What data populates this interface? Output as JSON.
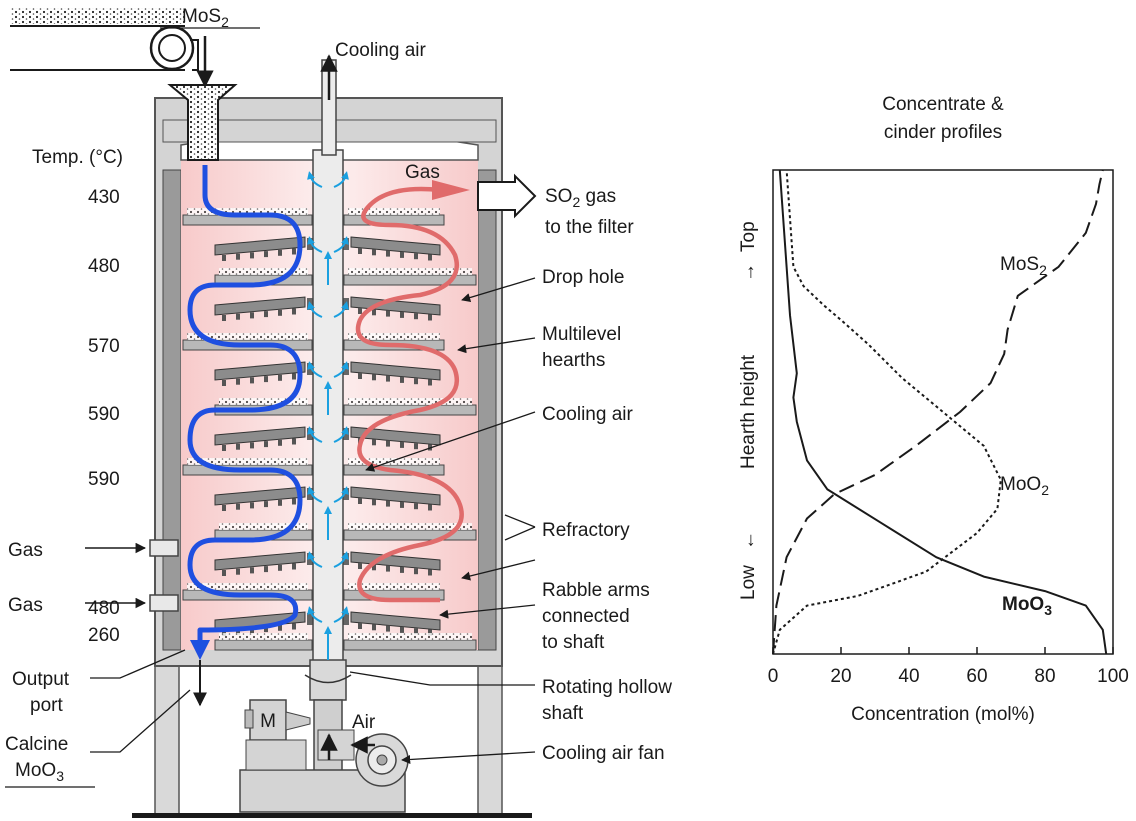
{
  "furnace": {
    "feed_label": "MoS",
    "feed_sub": "2",
    "cooling_air_top": "Cooling air",
    "gas_stream": "Gas",
    "so2_line1_pre": "SO",
    "so2_line1_sub": "2",
    "so2_line1_post": "  gas",
    "so2_line2": "to the filter",
    "temp_header": "Temp. (°C)",
    "temps": [
      "430",
      "480",
      "570",
      "590",
      "590",
      "480",
      "260"
    ],
    "gas_in_1": "Gas",
    "gas_in_2": "Gas",
    "output_port_1": "Output",
    "output_port_2": "port",
    "calcine_1": "Calcine",
    "calcine_2_pre": "MoO",
    "calcine_2_sub": "3",
    "motor": "M",
    "air": "Air",
    "callouts": {
      "drop_hole": "Drop hole",
      "multilevel_1": "Multilevel",
      "multilevel_2": "hearths",
      "cooling_air": "Cooling air",
      "refractory": "Refractory",
      "rabble_1": "Rabble arms",
      "rabble_2": "connected",
      "rabble_3": "to shaft",
      "shaft_1": "Rotating hollow",
      "shaft_2": "shaft",
      "fan": "Cooling air fan"
    },
    "colors": {
      "ore_path": "#1f4fe0",
      "gas_path": "#e06b6b",
      "air_arrow": "#1aa0e0",
      "hearth_fill": "#fbe0e0",
      "steel": "#bfbfbf"
    }
  },
  "chart_data": {
    "type": "line",
    "title": "Concentrate & cinder profiles",
    "xlabel": "Concentration (mol%)",
    "ylabel_low": "Low",
    "ylabel_mid": "Hearth height",
    "ylabel_top": "Top",
    "ylabel_arrow_low": "←",
    "ylabel_arrow_top": "→",
    "xlim": [
      0,
      100
    ],
    "ylim": [
      0,
      1
    ],
    "xticks": [
      "0",
      "20",
      "40",
      "60",
      "80",
      "100"
    ],
    "series": [
      {
        "name": "MoS2",
        "label_pre": "MoS",
        "label_sub": "2",
        "style": "dashed",
        "x": [
          0,
          1,
          4,
          10,
          18,
          30,
          42,
          55,
          64,
          68,
          69,
          72,
          84,
          92,
          95,
          96,
          97
        ],
        "y": [
          0,
          0.1,
          0.2,
          0.28,
          0.33,
          0.37,
          0.43,
          0.5,
          0.56,
          0.62,
          0.67,
          0.74,
          0.8,
          0.87,
          0.93,
          0.97,
          1
        ]
      },
      {
        "name": "MoO2",
        "label_pre": "MoO",
        "label_sub": "2",
        "style": "dotted",
        "x": [
          0,
          2,
          10,
          25,
          45,
          60,
          66,
          67,
          62,
          50,
          38,
          28,
          20,
          15,
          9,
          6,
          5,
          4
        ],
        "y": [
          0,
          0.05,
          0.1,
          0.12,
          0.17,
          0.25,
          0.3,
          0.36,
          0.43,
          0.5,
          0.57,
          0.64,
          0.69,
          0.72,
          0.76,
          0.8,
          0.9,
          1
        ]
      },
      {
        "name": "MoO3",
        "label_pre": "MoO",
        "label_sub": "3",
        "style": "solid",
        "x": [
          98,
          97,
          92,
          80,
          62,
          48,
          32,
          16,
          10,
          7,
          6,
          7,
          6,
          5,
          4,
          3,
          2
        ],
        "y": [
          0,
          0.05,
          0.1,
          0.13,
          0.16,
          0.2,
          0.27,
          0.34,
          0.4,
          0.48,
          0.53,
          0.58,
          0.64,
          0.7,
          0.8,
          0.9,
          1
        ]
      }
    ]
  }
}
